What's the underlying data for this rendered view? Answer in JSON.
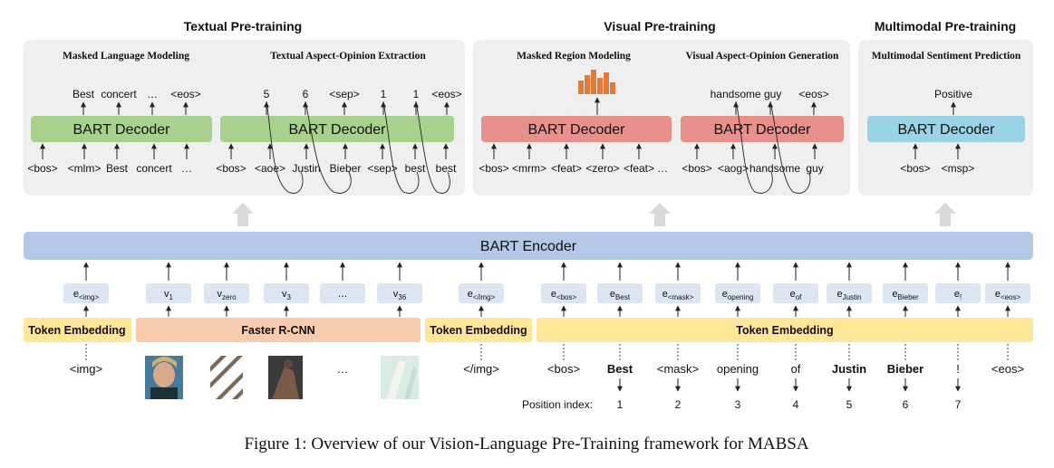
{
  "sections": {
    "textual": "Textual Pre-training",
    "visual": "Visual Pre-training",
    "multimodal": "Multimodal Pre-training"
  },
  "subtasks": {
    "mlm": "Masked Language Modeling",
    "aoe": "Textual Aspect-Opinion Extraction",
    "mrm": "Masked Region Modeling",
    "aog": "Visual Aspect-Opinion Generation",
    "msp": "Multimodal Sentiment Prediction"
  },
  "decoder_label": "BART Decoder",
  "encoder_label": "BART Encoder",
  "mlm": {
    "outputs": [
      "Best",
      "concert",
      "…",
      "<eos>"
    ],
    "inputs": [
      "<bos>",
      "<mlm>",
      "Best",
      "concert",
      "…"
    ]
  },
  "aoe": {
    "outputs": [
      "5",
      "6",
      "<sep>",
      "1",
      "1",
      "<eos>"
    ],
    "inputs": [
      "<bos>",
      "<aoe>",
      "Justin",
      "Bieber",
      "<sep>",
      "best",
      "best"
    ]
  },
  "mrm": {
    "inputs": [
      "<bos>",
      "<mrm>",
      "<feat>",
      "<zero>",
      "<feat>",
      "…"
    ]
  },
  "aog": {
    "outputs": [
      "handsome guy",
      "<eos>"
    ],
    "inputs": [
      "<bos>",
      "<aog>",
      "handsome",
      "guy"
    ]
  },
  "msp": {
    "output": "Positive",
    "inputs": [
      "<bos>",
      "<msp>"
    ]
  },
  "embeddings_visual": {
    "img_start": {
      "base": "e",
      "sub": "<img>"
    },
    "regions": [
      {
        "base": "v",
        "sub": "1"
      },
      {
        "base": "v",
        "sub": "zero"
      },
      {
        "base": "v",
        "sub": "3"
      },
      {
        "base": "…",
        "sub": ""
      },
      {
        "base": "v",
        "sub": "36"
      }
    ],
    "img_end": {
      "base": "e",
      "sub": "</img>"
    }
  },
  "embeddings_text": [
    {
      "base": "e",
      "sub": "<bos>"
    },
    {
      "base": "e",
      "sub": "Best"
    },
    {
      "base": "e",
      "sub": "<mask>"
    },
    {
      "base": "e",
      "sub": "opening"
    },
    {
      "base": "e",
      "sub": "of"
    },
    {
      "base": "e",
      "sub": "Justin"
    },
    {
      "base": "e",
      "sub": "Bieber"
    },
    {
      "base": "e",
      "sub": "!"
    },
    {
      "base": "e",
      "sub": "<eos>"
    }
  ],
  "boxes": {
    "token_embedding": "Token Embedding",
    "faster_rcnn": "Faster R-CNN"
  },
  "input_tokens": {
    "img_open": "<img>",
    "img_close": "</img>",
    "ellipsis": "…",
    "text": [
      "<bos>",
      "Best",
      "<mask>",
      "opening",
      "of",
      "Justin",
      "Bieber",
      "!",
      "<eos>"
    ],
    "bold": [
      false,
      true,
      false,
      false,
      false,
      true,
      true,
      false,
      false
    ]
  },
  "position": {
    "label": "Position index:",
    "indices": [
      "1",
      "2",
      "3",
      "4",
      "5",
      "6",
      "7"
    ]
  },
  "caption": "Figure 1: Overview of our Vision-Language Pre-Training framework for MABSA",
  "colors": {
    "panel": "#efefef",
    "decoder_green": "#a9d18e",
    "decoder_red": "#e8908c",
    "decoder_blue": "#9ad3e6",
    "encoder": "#b4c7e7",
    "emb_box": "#dce6f2",
    "token_embedding": "#ffe699",
    "faster_rcnn": "#f8cbad",
    "big_arrow": "#d9d9d9",
    "histogram": "#e07b39"
  }
}
